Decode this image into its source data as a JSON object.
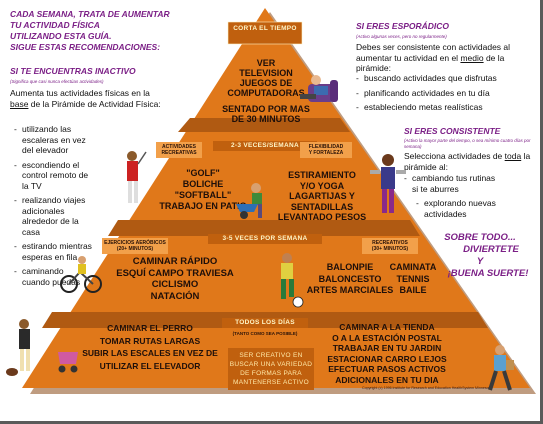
{
  "left": {
    "intro": [
      "CADA SEMANA, TRATA DE AUMENTAR",
      "TU ACTIVIDAD FÍSICA",
      "UTILIZANDO ESTA GUÍA.",
      "SIGUE ESTAS RECOMENDACIONES:"
    ],
    "inactive_head": "SI TE ENCUENTRAS INACTIVO",
    "inactive_sub": "(Significa que casi nunca efectúas actividades)",
    "inactive_body_1": "Aumenta tus actividades físicas en la ",
    "inactive_body_base": "base",
    "inactive_body_2": " de la Pirámide de Actividad Física:",
    "items": [
      "utilizando las escaleras en vez del elevador",
      "escondiendo el control remoto de la TV",
      "realizando viajes adicionales alrededor de la casa",
      "estirando mientras esperas en fila",
      "caminando cuando puedas"
    ]
  },
  "right": {
    "sporadic_head": "SI ERES ESPORÁDICO",
    "sporadic_sub": "(Activo algunas veces, pero no regularmente)",
    "sporadic_body_1": "Debes ser consistente con actividades al aumentar tu actividad en el ",
    "sporadic_body_mid": "medio",
    "sporadic_body_2": " de la pirámide:",
    "sporadic_items": [
      "buscando actividades que disfrutas",
      "planificando actividades en tu día",
      "estableciendo metas realísticas"
    ],
    "consistent_head": "SI ERES CONSISTENTE",
    "consistent_sub": "(Activo la mayor parte del tiempo, o sea mínimo cuatro días por semana)",
    "consistent_body_1": "Selecciona actividades de ",
    "consistent_body_all": "toda",
    "consistent_body_2": " la pirámide al:",
    "consistent_items": [
      "cambiando tus rutinas si te aburres",
      "explorando nuevas actividades"
    ],
    "closing": [
      "SOBRE TODO...",
      "DIVIERTETE",
      "Y",
      "¡BUENA SUERTE!"
    ]
  },
  "pyramid": {
    "top": {
      "tag": "CORTA EL TIEMPO",
      "tag2": "",
      "activities": [
        "VER",
        "TELEVISION",
        "JUEGOS DE",
        "COMPUTADORAS",
        "SENTADO POR MAS",
        "DE 30 MINUTOS"
      ]
    },
    "second": {
      "tag": "2-3 VECES/SEMANA",
      "cat_left": [
        "ACTIVIDADES",
        "RECREATIVAS"
      ],
      "cat_right": [
        "FLEXIBILIDAD",
        "Y FORTALEZA"
      ],
      "left_acts": [
        "\"GOLF\"",
        "BOLICHE",
        "\"SOFTBALL\"",
        "TRABAJO EN PATIO"
      ],
      "right_acts": [
        "ESTIRAMIENTO",
        "Y/O YOGA",
        "LAGARTIJAS Y",
        "SENTADILLAS",
        "LEVANTADO PESOS"
      ]
    },
    "third": {
      "tag": "3-5 VECES POR SEMANA",
      "cat_left": [
        "EJERCICIOS AERÓBICOS",
        "(20+ MINUTOS)"
      ],
      "cat_right": [
        "RECREATIVOS",
        "(30+ MINUTOS)"
      ],
      "left_acts": [
        "CAMINAR RÁPIDO",
        "ESQUÍ CAMPO TRAVIESA",
        "CICLISMO",
        "NATACIÓN"
      ],
      "right_acts_a": [
        "BALONPIE",
        "BALONCESTO",
        "ARTES MARCIALES"
      ],
      "right_acts_b": [
        "CAMINATA",
        "TENNIS",
        "BAILE"
      ]
    },
    "base": {
      "tag": "TODOS LOS DÍAS",
      "tag_sub": "(TANTO COMO SEA POSIBLE)",
      "left_acts": [
        "CAMINAR EL PERRO",
        "TOMAR RUTAS LARGAS",
        "SUBIR LAS ESCALES EN VEZ DE",
        "UTILIZAR EL ELEVADOR"
      ],
      "creative": [
        "SER CREATIVO EN",
        "BUSCAR UNA VARIEDAD",
        "DE FORMAS PARA",
        "MANTENERSE ACTIVO"
      ],
      "right_acts": [
        "CAMINAR A LA TIENDA",
        "O A LA ESTACIÓN POSTAL",
        "TRABAJAR EN TU JARDIN",
        "ESTACIONAR CARRO LEJOS",
        "EFECTUAR PASOS  ACTIVOS",
        "ADICIONALES EN TU DIA"
      ],
      "copyright": "Copyright (c) 1996 Institute for Research and Education HealthSystem Minnesota"
    }
  },
  "colors": {
    "orange": "#e0781a",
    "orange_dark": "#c0600e",
    "shadow": "#8a4a18",
    "band": "#b05a12",
    "purple": "#7b1f86"
  },
  "figures": [
    "man-in-armchair-figure",
    "golfer-figure",
    "gardener-wheelbarrow-figure",
    "weightlifter-figure",
    "cyclist-figure",
    "soccer-player-figure",
    "dog-walker-figure",
    "stroller-figure",
    "walker-with-bag-figure"
  ]
}
